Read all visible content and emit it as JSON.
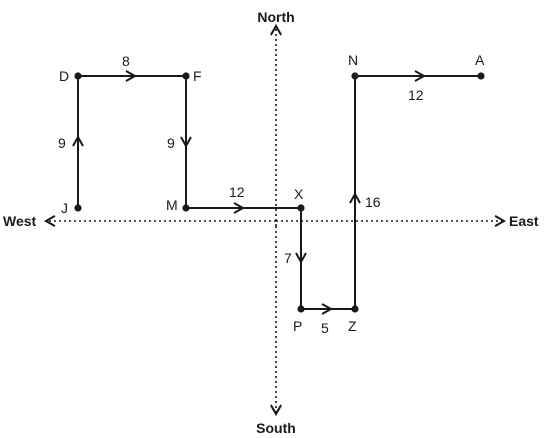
{
  "compass": {
    "north": "North",
    "south": "South",
    "east": "East",
    "west": "West"
  },
  "points": {
    "D": "D",
    "F": "F",
    "J": "J",
    "M": "M",
    "X": "X",
    "P": "P",
    "Z": "Z",
    "N": "N",
    "A": "A"
  },
  "segments": {
    "J_D": "9",
    "D_F": "8",
    "F_M": "9",
    "M_X": "12",
    "X_P": "7",
    "P_Z": "5",
    "Z_N": "16",
    "N_A": "12"
  },
  "colors": {
    "line": "#1a1a1a",
    "background": "#ffffff"
  }
}
